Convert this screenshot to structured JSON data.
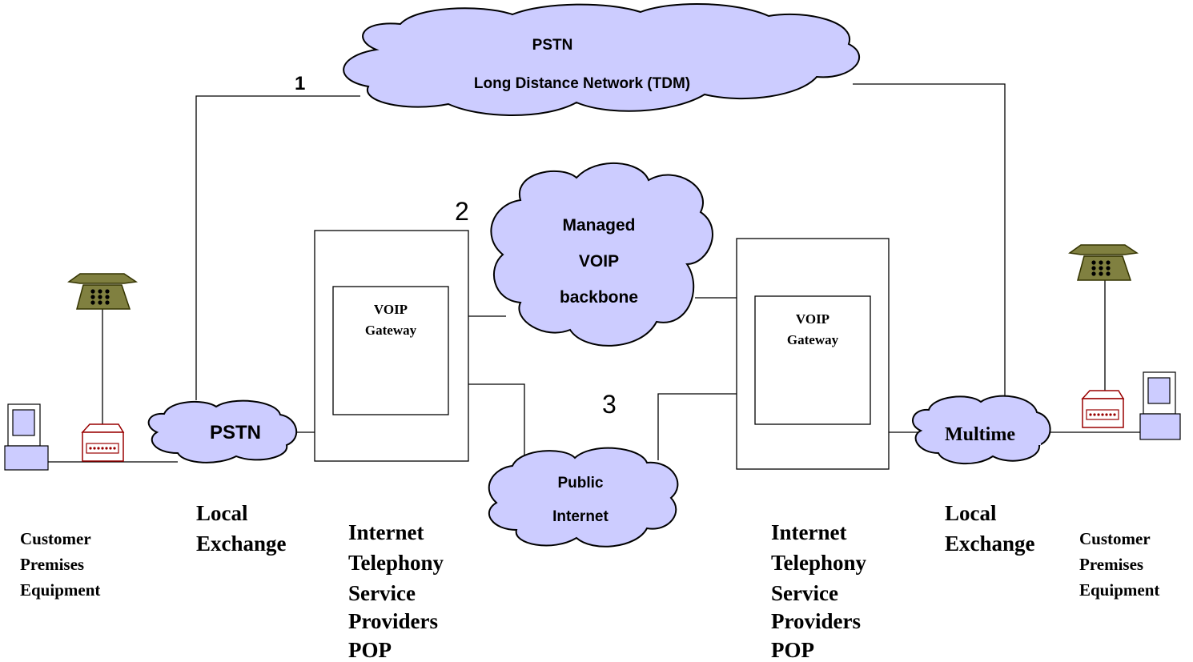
{
  "colors": {
    "cloud_fill": "#ccccff",
    "phone_body": "#808040",
    "phone_dark": "#333300",
    "modem_red": "#990000",
    "computer_fill": "#ccccff"
  },
  "clouds": {
    "pstn_ld_title": "PSTN",
    "pstn_ld_subtitle": "Long Distance Network (TDM)",
    "managed_line1": "Managed",
    "managed_line2": "VOIP",
    "managed_line3": "backbone",
    "public_line1": "Public",
    "public_line2": "Internet",
    "left_pstn": "PSTN",
    "right_multimedia": "Multime"
  },
  "gateways": {
    "left_line1": "VOIP",
    "left_line2": "Gateway",
    "right_line1": "VOIP",
    "right_line2": "Gateway"
  },
  "path_numbers": {
    "path1": "1",
    "path2": "2",
    "path3": "3"
  },
  "labels": {
    "left_exchange_line1": "Local",
    "left_exchange_line2": "Exchange",
    "right_exchange_line1": "Local",
    "right_exchange_line2": "Exchange",
    "left_cpe_line1": "Customer",
    "left_cpe_line2": "Premises",
    "left_cpe_line3": "Equipment",
    "right_cpe_line1": "Customer",
    "right_cpe_line2": "Premises",
    "right_cpe_line3": "Equipment",
    "left_itsp_line1": "Internet",
    "left_itsp_line2": "Telephony",
    "left_itsp_line3": "Service",
    "left_itsp_line4": "Providers",
    "left_itsp_line5": "POP",
    "right_itsp_line1": "Internet",
    "right_itsp_line2": "Telephony",
    "right_itsp_line3": "Service",
    "right_itsp_line4": "Providers",
    "right_itsp_line5": "POP"
  }
}
